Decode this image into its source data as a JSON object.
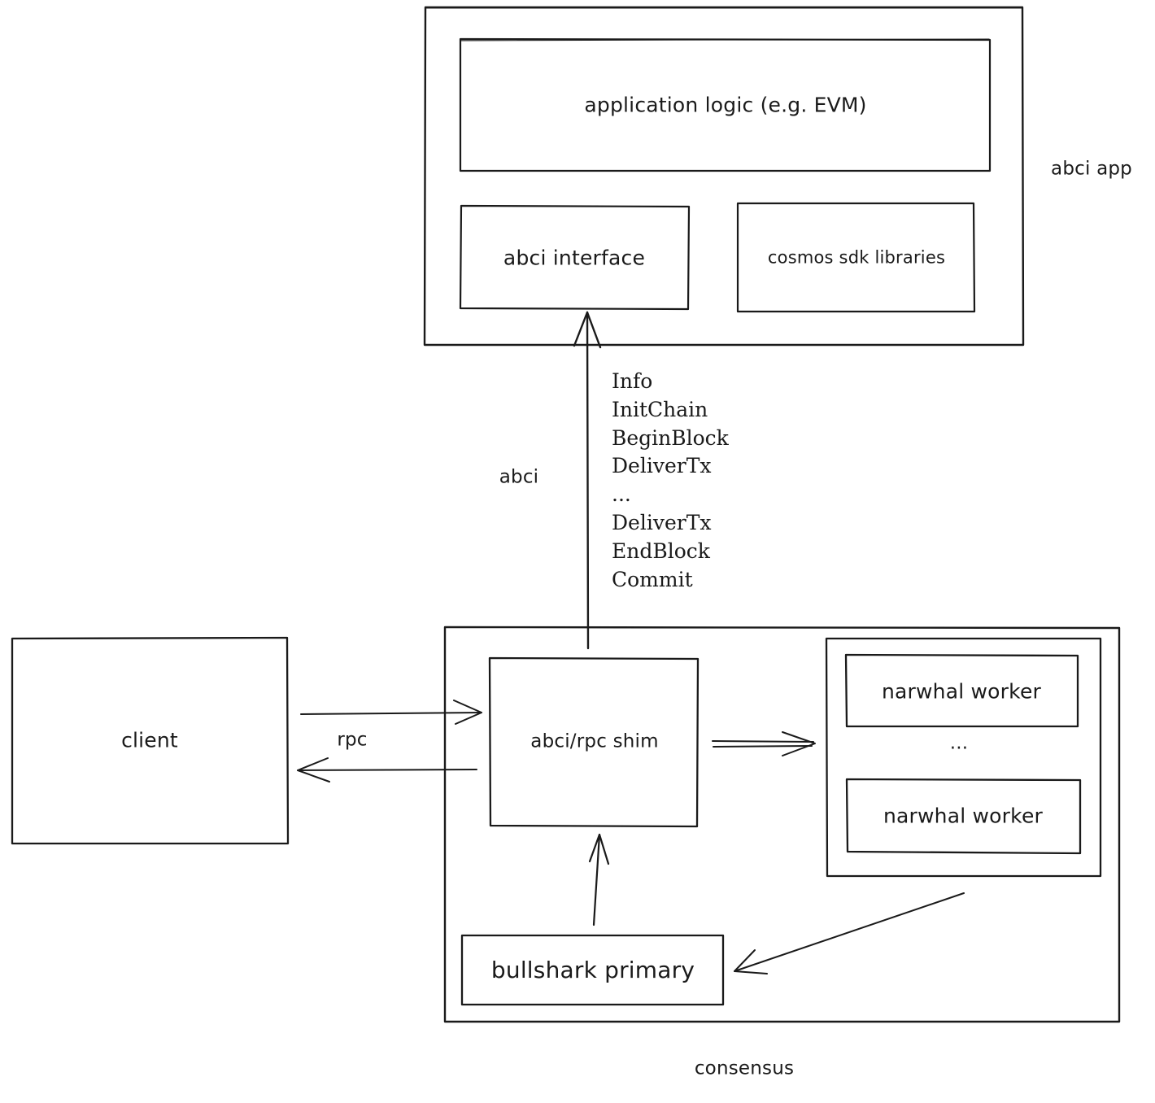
{
  "app_group": {
    "label": "abci app",
    "application_logic": "application logic (e.g. EVM)",
    "abci_interface": "abci interface",
    "cosmos_sdk": "cosmos sdk libraries"
  },
  "abci_edge": {
    "label": "abci",
    "messages": [
      "Info",
      "InitChain",
      "BeginBlock",
      "DeliverTx",
      "...",
      "DeliverTx",
      "EndBlock",
      "Commit"
    ]
  },
  "client": {
    "label": "client"
  },
  "rpc_edge": {
    "label": "rpc"
  },
  "consensus_group": {
    "label": "consensus",
    "shim": "abci/rpc shim",
    "workers": {
      "worker_top": "narwhal worker",
      "ellipsis": "...",
      "worker_bottom": "narwhal worker"
    },
    "primary": "bullshark primary"
  }
}
